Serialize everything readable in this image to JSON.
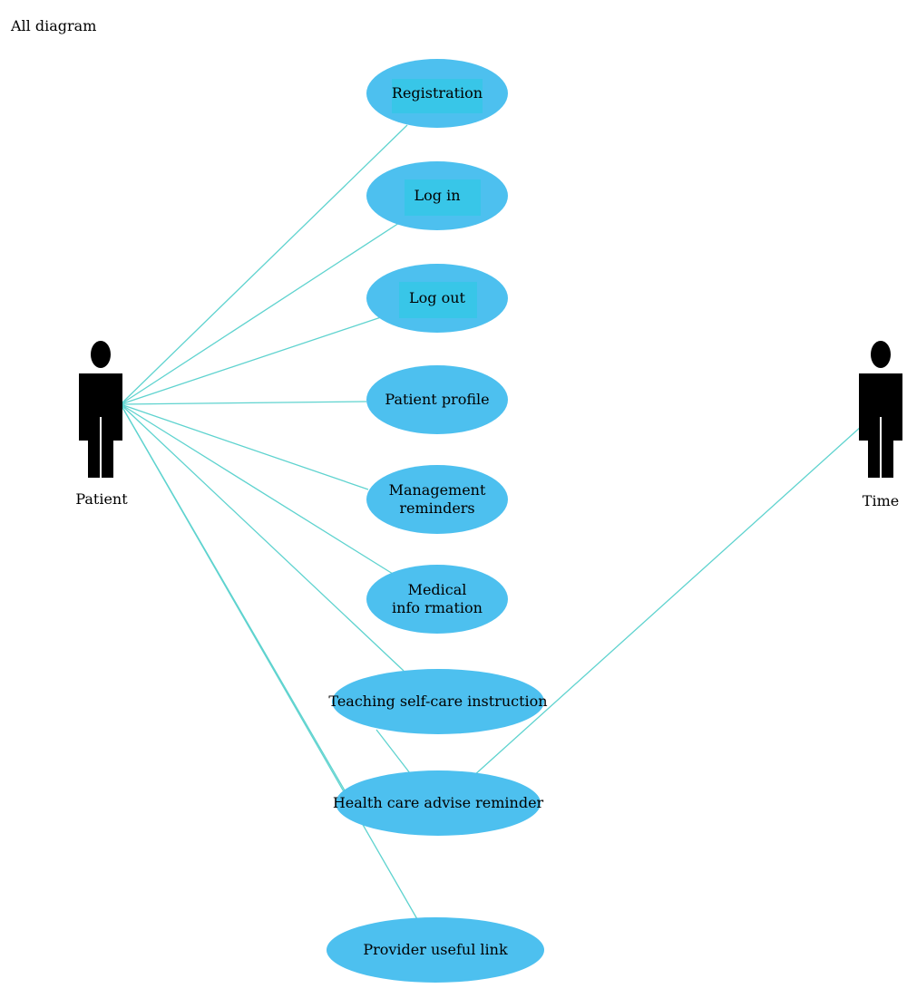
{
  "title": "All diagram",
  "colors": {
    "usecase_fill": "#4dc0ef",
    "usecase_inner": "#38c6e8",
    "line": "#5fd3cf",
    "actor": "#000000",
    "text": "#000000"
  },
  "actors": [
    {
      "id": "patient",
      "label": "Patient",
      "icon": "stick-figure-icon"
    },
    {
      "id": "time",
      "label": "Time",
      "icon": "stick-figure-icon"
    }
  ],
  "use_cases": [
    {
      "id": "registration",
      "lines": [
        "Registration"
      ]
    },
    {
      "id": "log-in",
      "lines": [
        "Log in"
      ]
    },
    {
      "id": "log-out",
      "lines": [
        "Log out"
      ]
    },
    {
      "id": "patient-profile",
      "lines": [
        "Patient profile"
      ]
    },
    {
      "id": "management-reminders",
      "lines": [
        "Management",
        "reminders"
      ]
    },
    {
      "id": "medical-information",
      "lines": [
        "Medical",
        "info rmation"
      ]
    },
    {
      "id": "teaching-self-care-instruction",
      "lines": [
        "Teaching self-care instruction"
      ]
    },
    {
      "id": "health-care-advise-reminder",
      "lines": [
        "Health care advise reminder"
      ]
    },
    {
      "id": "provider-useful-link",
      "lines": [
        "Provider useful link"
      ]
    }
  ],
  "associations": [
    {
      "actor": "patient",
      "use_case": "registration"
    },
    {
      "actor": "patient",
      "use_case": "log-in"
    },
    {
      "actor": "patient",
      "use_case": "log-out"
    },
    {
      "actor": "patient",
      "use_case": "patient-profile"
    },
    {
      "actor": "patient",
      "use_case": "management-reminders"
    },
    {
      "actor": "patient",
      "use_case": "medical-information"
    },
    {
      "actor": "patient",
      "use_case": "teaching-self-care-instruction"
    },
    {
      "actor": "patient",
      "use_case": "health-care-advise-reminder"
    },
    {
      "actor": "patient",
      "use_case": "provider-useful-link"
    },
    {
      "actor": "time",
      "use_case": "health-care-advise-reminder"
    }
  ]
}
